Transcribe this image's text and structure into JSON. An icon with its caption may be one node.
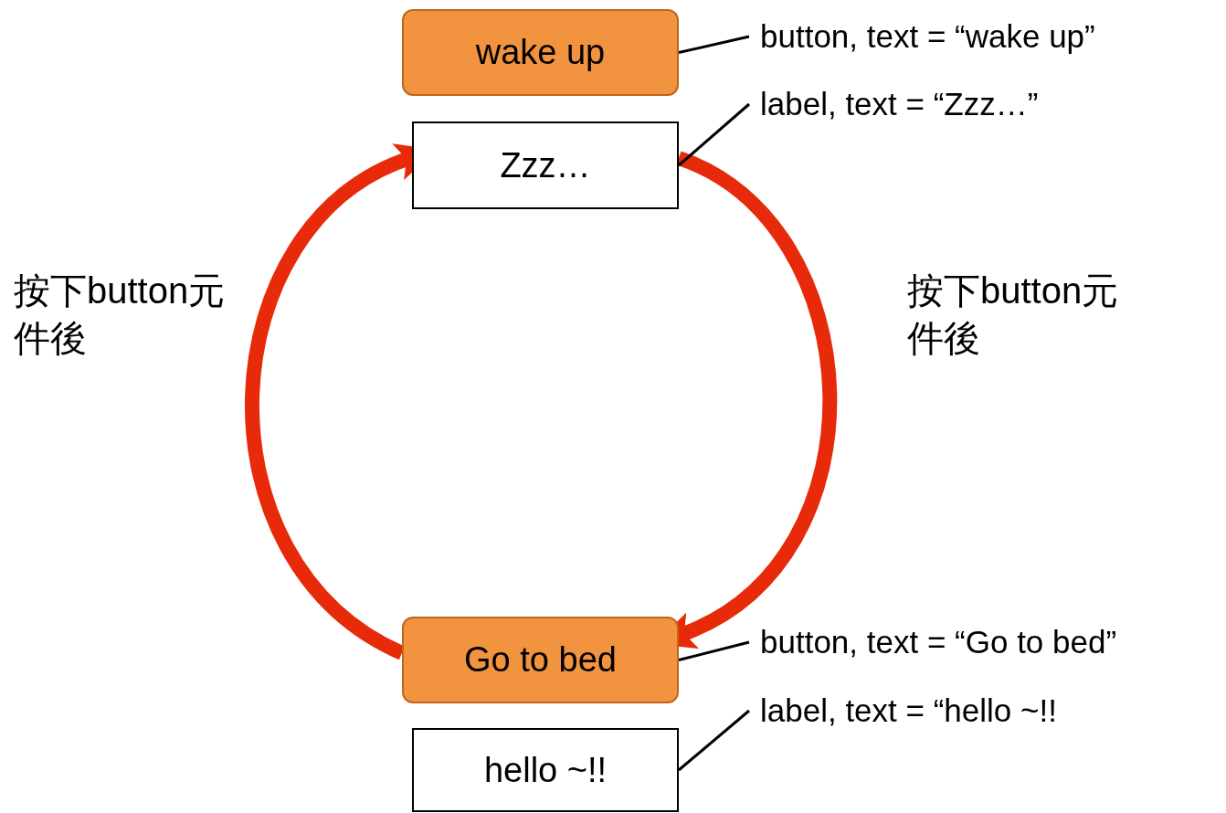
{
  "diagram": {
    "nodes": [
      {
        "text": [
          "wake up"
        ]
      },
      {
        "text": [
          "Zzz…"
        ]
      },
      {
        "text": [
          "Go to bed"
        ]
      },
      {
        "text": [
          "hello ~!!"
        ]
      },
      {
        "text": [
          "button, text = “wake up”"
        ]
      },
      {
        "text": [
          "label, text = “Zzz…”"
        ]
      },
      {
        "text": [
          "button, text = “Go to bed”"
        ]
      },
      {
        "text": [
          "label, text = “hello ~!!"
        ]
      }
    ],
    "edges": [
      {
        "from": 1,
        "to": 2,
        "arrow": "to",
        "label": "按下button元件後",
        "style": "thick",
        "color": "#e62a0a"
      },
      {
        "from": 2,
        "to": 1,
        "arrow": "to",
        "label": "按下button元件後",
        "style": "thick",
        "color": "#e62a0a"
      },
      {
        "from": 4,
        "to": 0,
        "arrow": "none"
      },
      {
        "from": 5,
        "to": 1,
        "arrow": "none"
      },
      {
        "from": 6,
        "to": 2,
        "arrow": "none"
      },
      {
        "from": 7,
        "to": 3,
        "arrow": "none"
      }
    ]
  }
}
